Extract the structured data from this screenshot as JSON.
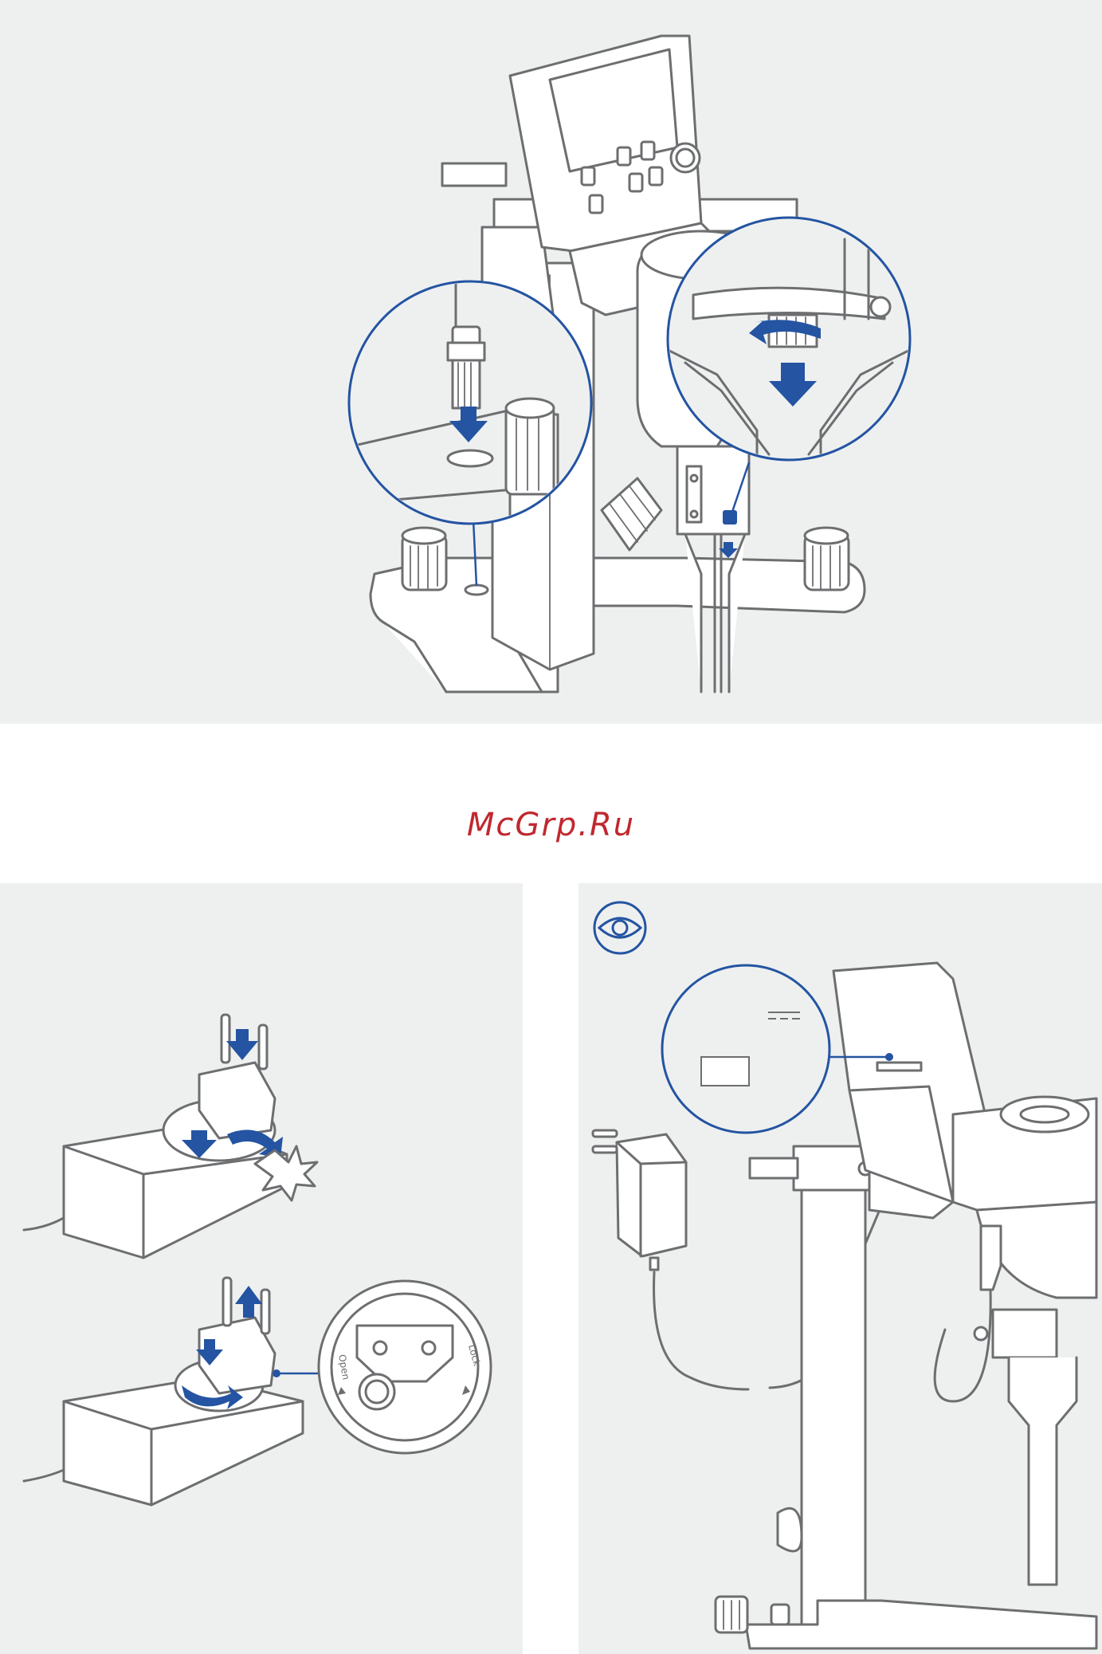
{
  "watermark": {
    "text": "McGrp.Ru",
    "color": "#c0282e"
  },
  "colors": {
    "panel_bg": "#eef0f0",
    "accent_blue": "#2454a2",
    "line_gray": "#6d6e70"
  },
  "adapter_detail": {
    "open_label": "Open",
    "lock_label": "Lock"
  },
  "icons": [
    "arrow-down-icon",
    "arrow-up-icon",
    "rotate-arrow-icon",
    "click-burst-icon",
    "eye-icon"
  ]
}
